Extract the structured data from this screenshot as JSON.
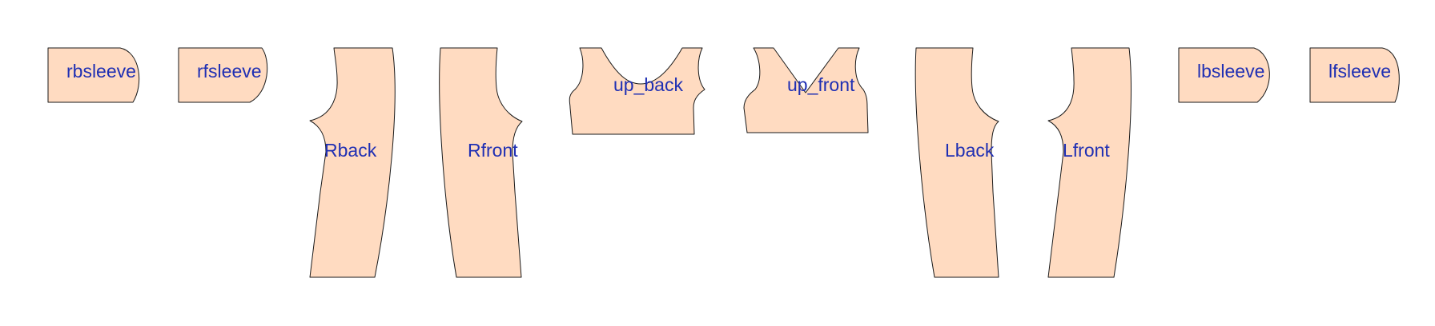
{
  "colors": {
    "panel_fill": "#ffdbc1",
    "panel_stroke": "#1a1a1a",
    "label": "#1f2fb3",
    "background": "#ffffff"
  },
  "panels": [
    {
      "label": "rbsleeve"
    },
    {
      "label": "rfsleeve"
    },
    {
      "label": "Rback"
    },
    {
      "label": "Rfront"
    },
    {
      "label": "up_back"
    },
    {
      "label": "up_front"
    },
    {
      "label": "Lback"
    },
    {
      "label": "Lfront"
    },
    {
      "label": "lbsleeve"
    },
    {
      "label": "lfsleeve"
    }
  ]
}
